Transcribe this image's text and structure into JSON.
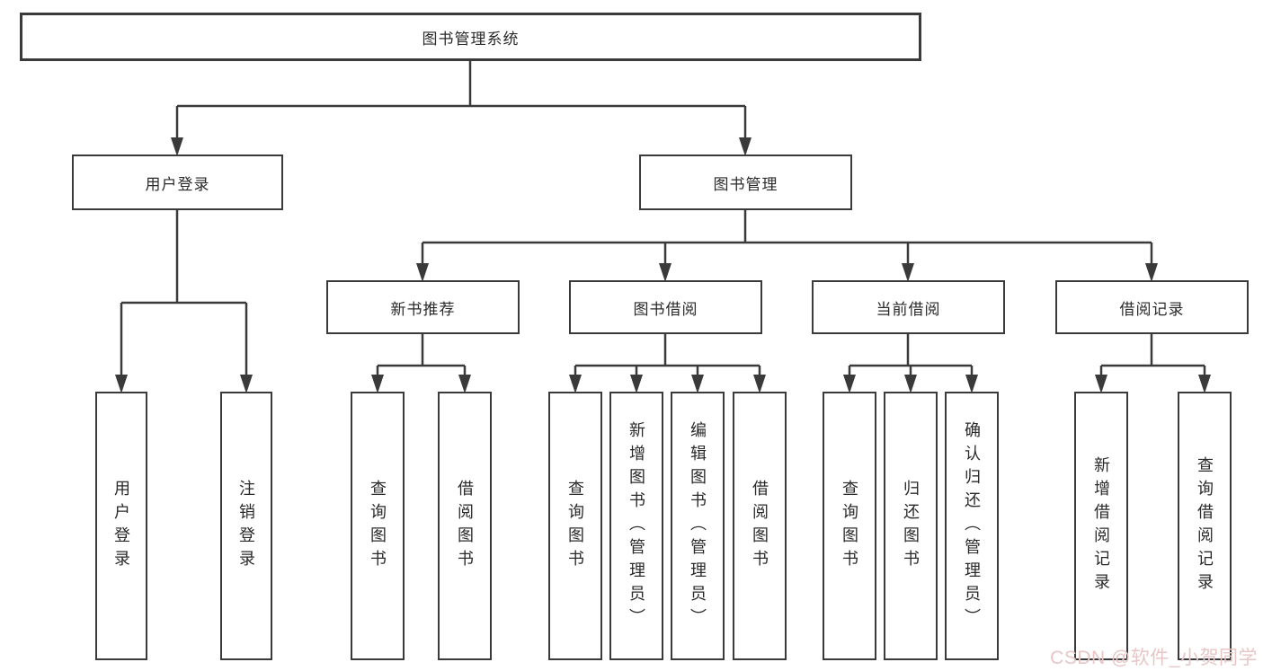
{
  "diagram": {
    "title": "图书管理系统",
    "level2": {
      "user_login": "用户登录",
      "book_management": "图书管理"
    },
    "level3": {
      "new_books": "新书推荐",
      "book_borrow": "图书借阅",
      "current_borrow": "当前借阅",
      "borrow_records": "借阅记录"
    },
    "leaves": {
      "user_login": [
        "用户登录",
        "注销登录"
      ],
      "new_books": [
        "查询图书",
        "借阅图书"
      ],
      "book_borrow": [
        "查询图书",
        "新增图书（管理员）",
        "编辑图书（管理员）",
        "借阅图书"
      ],
      "current_borrow": [
        "查询图书",
        "归还图书",
        "确认归还（管理员）"
      ],
      "borrow_records": [
        "新增借阅记录",
        "查询借阅记录"
      ]
    }
  },
  "watermark": "CSDN @软件_小贺同学",
  "colors": {
    "line": "#3a3a3a",
    "text": "#2a2a2a",
    "background": "#ffffff",
    "watermark": "#e8c6c6"
  }
}
